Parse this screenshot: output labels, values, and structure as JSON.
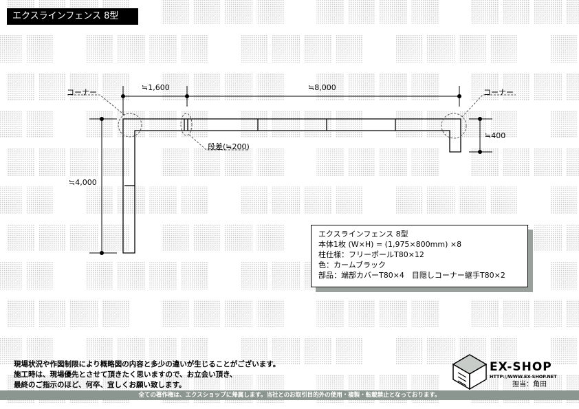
{
  "title": "エクスラインフェンス 8型",
  "watermark": "転載禁止",
  "dimensions": {
    "top_left": "≒1,600",
    "top_main": "≒8,000",
    "left": "≒4,000",
    "right": "≒400",
    "step": "段差(≒200)",
    "corner_left": "コーナー",
    "corner_right": "コーナー"
  },
  "info": [
    "エクスラインフェンス 8型",
    "本体1枚 (W×H) = (1,975×800mm) ×8",
    "柱仕様：フリーポールT80×12",
    "色：カームブラック",
    "部品：端部カバーT80×4　目隠しコーナー継手T80×2"
  ],
  "notes": [
    "現場状況や作図制限により概略図の内容と多少の違いが生じることがございます。",
    "施工時は、現場優先とさせて頂きたく思いますので、お立会い頂き、",
    "最終のご指示のほど、何卒、宜しくお願い致します。"
  ],
  "logo": {
    "brand": "EX-SHOP",
    "url": "HTTP://WWW.EX-SHOP.NET"
  },
  "staff": "担当：角田",
  "footer": "全ての著作権は、エクスショップに帰属します。当社とのお取引目的外の使用・複製・転載禁止となっております。"
}
